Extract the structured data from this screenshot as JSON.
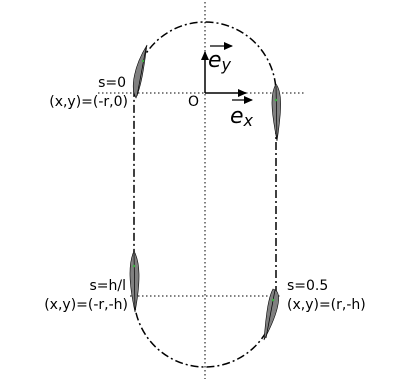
{
  "origin_label": "O",
  "axes": {
    "ex_label": "e",
    "ex_subscript": "x",
    "ey_label": "e",
    "ey_subscript": "y"
  },
  "points": [
    {
      "s_label": "s=0",
      "coord_label": "(x,y)=(-r,0)"
    },
    {
      "s_label": "s=h/l",
      "coord_label": "(x,y)=(-r,-h)"
    },
    {
      "s_label": "s=0.5",
      "coord_label": "(x,y)=(r,-h)"
    }
  ],
  "colors": {
    "path": "#000000",
    "swimmer_fill": "#808080",
    "swimmer_marker": "#3cb043",
    "guide": "#000000"
  }
}
